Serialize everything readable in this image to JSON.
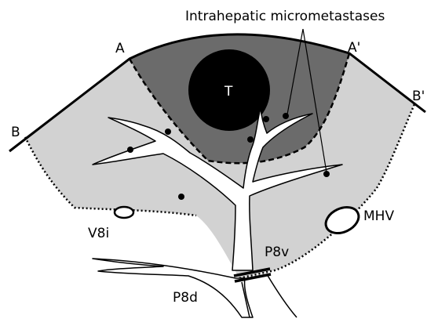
{
  "annotation": "Intrahepatic micrometastases",
  "labels": {
    "a": "A",
    "a_prime": "A'",
    "b": "B",
    "b_prime": "B'",
    "tumor": "T",
    "v8i": "V8i",
    "mhv": "MHV",
    "p8v": "P8v",
    "p8d": "P8d"
  },
  "colors": {
    "outer_region": "#d2d2d2",
    "inner_region": "#6b6b6b",
    "tumor": "#000000",
    "vessel": "#ffffff",
    "outline": "#000000"
  }
}
